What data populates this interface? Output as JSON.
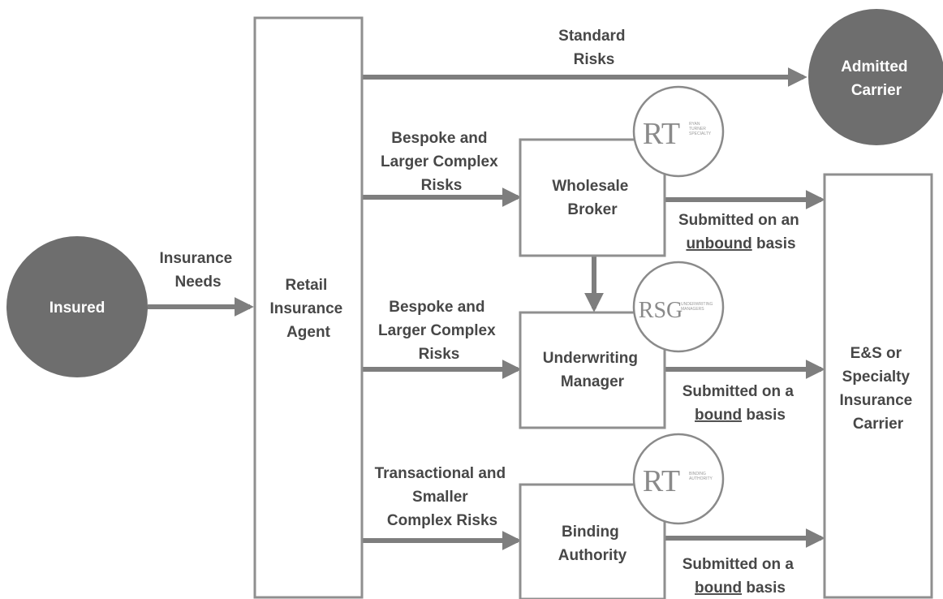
{
  "nodes": {
    "insured": "Insured",
    "retail_agent": [
      "Retail",
      "Insurance",
      "Agent"
    ],
    "admitted_carrier": [
      "Admitted",
      "Carrier"
    ],
    "wholesale_broker": [
      "Wholesale",
      "Broker"
    ],
    "underwriting_manager": [
      "Underwriting",
      "Manager"
    ],
    "binding_authority": [
      "Binding",
      "Authority"
    ],
    "es_carrier": [
      "E&S or",
      "Specialty",
      "Insurance",
      "Carrier"
    ]
  },
  "edges": {
    "insurance_needs": [
      "Insurance",
      "Needs"
    ],
    "standard_risks": [
      "Standard",
      "Risks"
    ],
    "bespoke_1": [
      "Bespoke and",
      "Larger Complex",
      "Risks"
    ],
    "bespoke_2": [
      "Bespoke and",
      "Larger Complex",
      "Risks"
    ],
    "transactional": [
      "Transactional and",
      "Smaller",
      "Complex Risks"
    ],
    "unbound": {
      "line1": "Submitted on an",
      "underlined": "unbound",
      "rest": " basis"
    },
    "bound_1": {
      "line1": "Submitted on a",
      "underlined": "bound",
      "rest": " basis"
    },
    "bound_2": {
      "line1": "Submitted on a",
      "underlined": "bound",
      "rest": " basis"
    }
  },
  "logos": {
    "rt_specialty": {
      "mark": "RT",
      "text": [
        "RYAN",
        "TURNER",
        "SPECIALTY"
      ]
    },
    "rsg": {
      "mark": "RSG",
      "text": [
        "UNDERWRITING",
        "MANAGERS"
      ]
    },
    "rt_binding": {
      "mark": "RT",
      "text": [
        "BINDING",
        "AUTHORITY"
      ]
    }
  }
}
